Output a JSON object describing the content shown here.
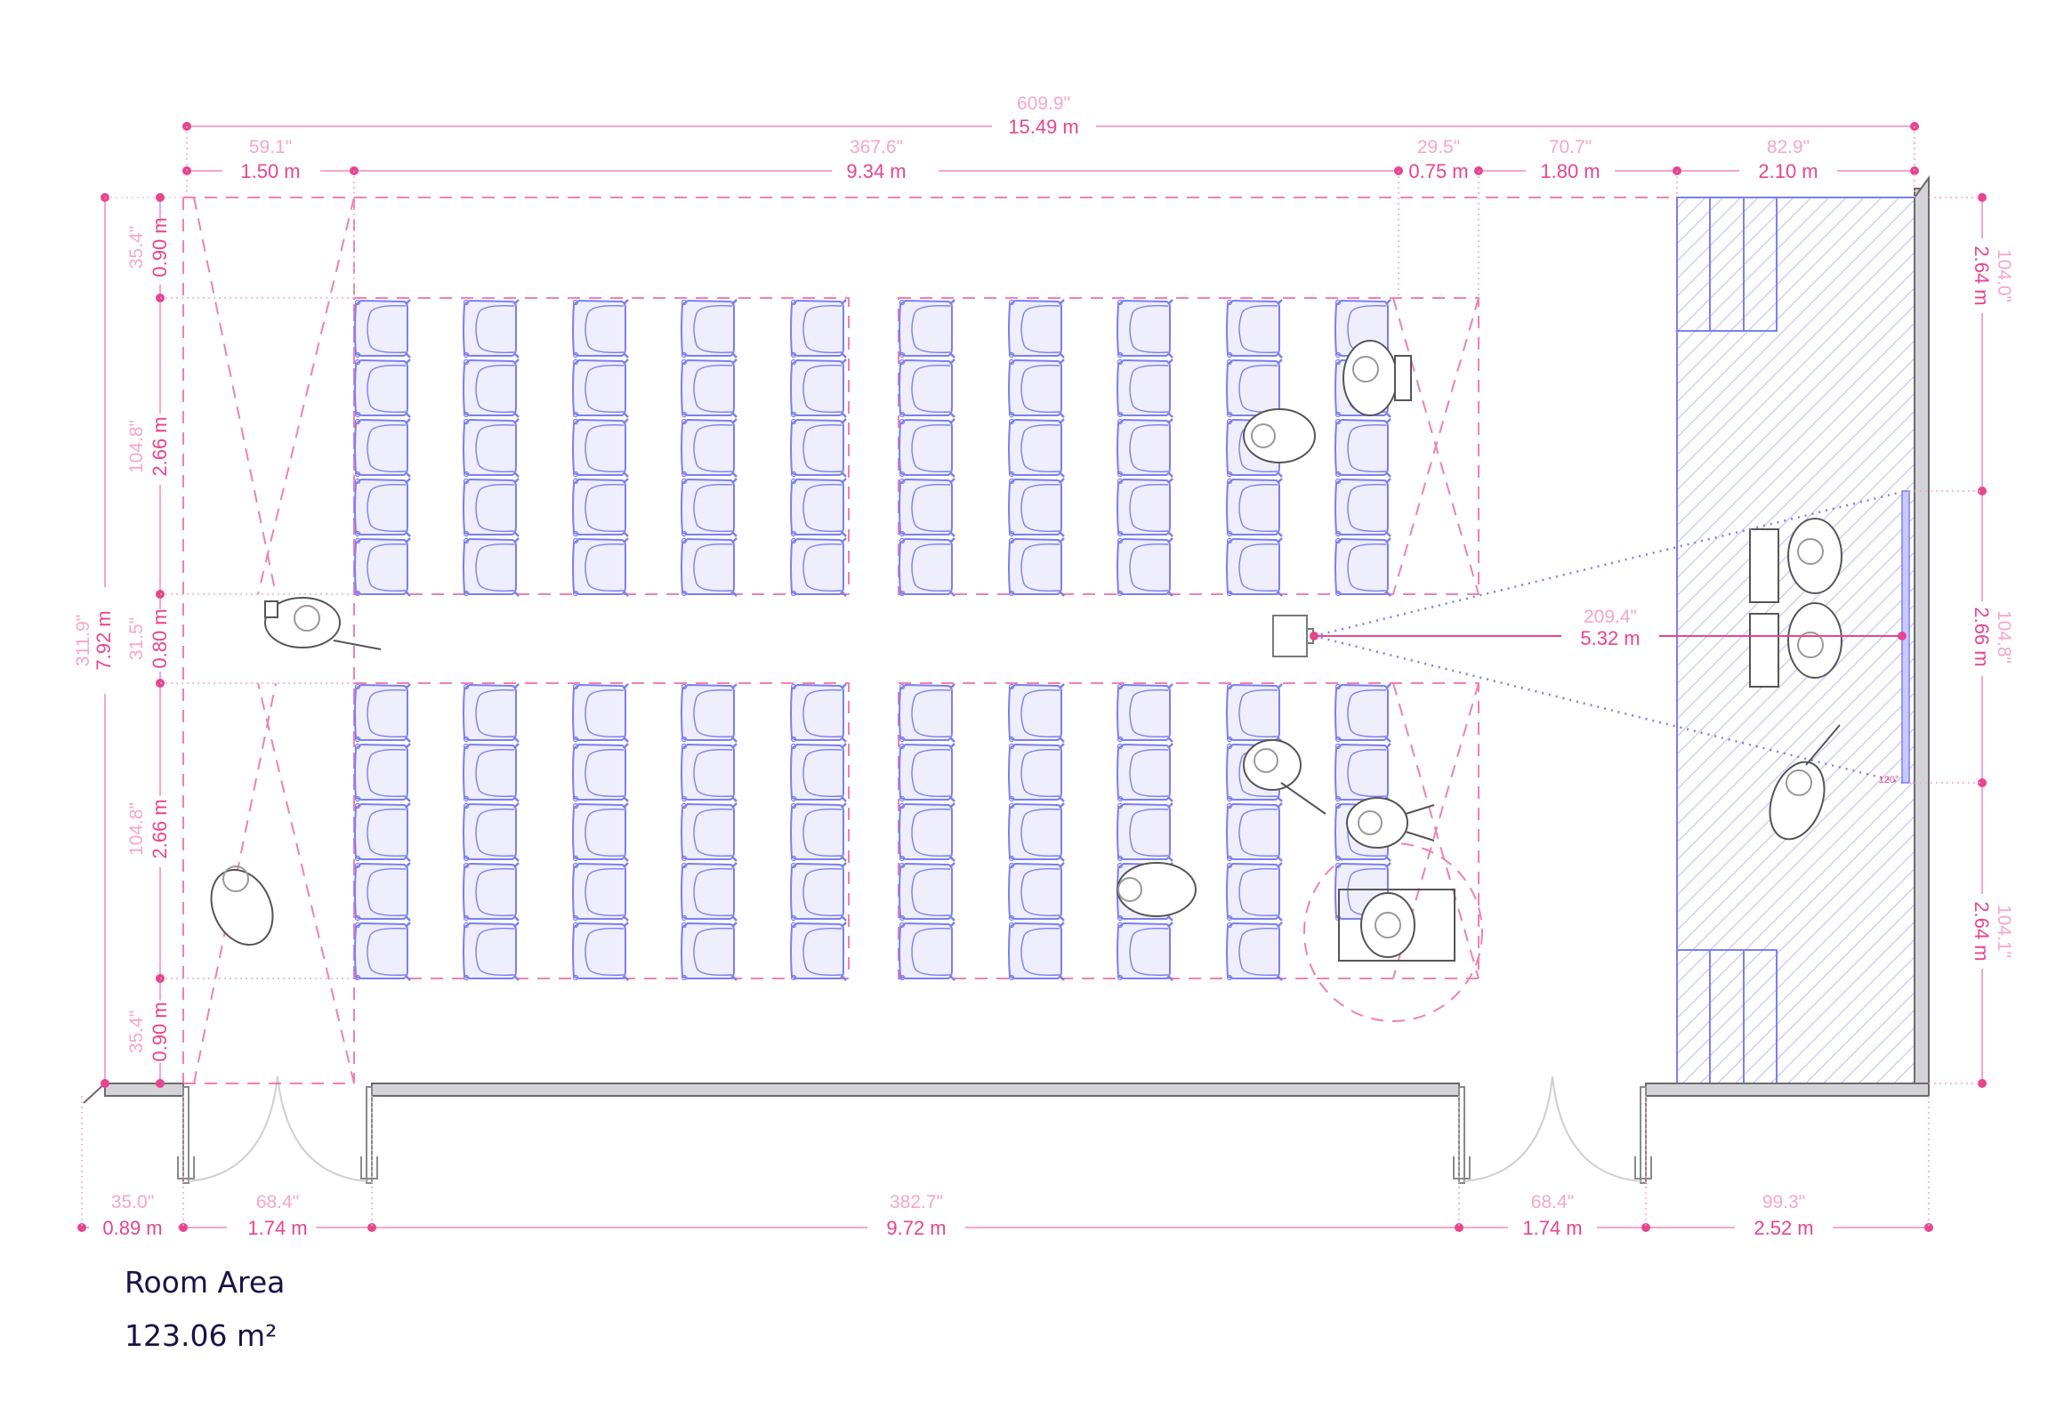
{
  "colors": {
    "dimension_metric": "#e8448f",
    "dimension_imperial": "#f5a6cc",
    "chair_stroke": "#7b7ff0",
    "chair_fill": "#eeeefc",
    "stage_hatch": "#a9acf5",
    "wall_fill": "#d4d4d8",
    "wall_stroke": "#6b6b70",
    "figure_stroke": "#555555",
    "text_dark": "#1c1147"
  },
  "dimensions": {
    "top_total": {
      "imperial": "609.9\"",
      "metric": "15.49 m"
    },
    "top_segments": [
      {
        "imperial": "59.1\"",
        "metric": "1.50 m"
      },
      {
        "imperial": "367.6\"",
        "metric": "9.34 m"
      },
      {
        "imperial": "29.5\"",
        "metric": "0.75 m"
      },
      {
        "imperial": "70.7\"",
        "metric": "1.80 m"
      },
      {
        "imperial": "82.9\"",
        "metric": "2.10 m"
      }
    ],
    "left_total": {
      "imperial": "311.9\"",
      "metric": "7.92 m"
    },
    "left_segments": [
      {
        "imperial": "35.4\"",
        "metric": "0.90 m"
      },
      {
        "imperial": "104.8\"",
        "metric": "2.66 m"
      },
      {
        "imperial": "31.5\"",
        "metric": "0.80 m"
      },
      {
        "imperial": "104.8\"",
        "metric": "2.66 m"
      },
      {
        "imperial": "35.4\"",
        "metric": "0.90 m"
      }
    ],
    "right_segments": [
      {
        "imperial": "104.0\"",
        "metric": "2.64 m"
      },
      {
        "imperial": "104.8\"",
        "metric": "2.66 m"
      },
      {
        "imperial": "104.1\"",
        "metric": "2.64 m"
      }
    ],
    "bottom_segments": [
      {
        "imperial": "35.0\"",
        "metric": "0.89 m"
      },
      {
        "imperial": "68.4\"",
        "metric": "1.74 m"
      },
      {
        "imperial": "382.7\"",
        "metric": "9.72 m"
      },
      {
        "imperial": "68.4\"",
        "metric": "1.74 m"
      },
      {
        "imperial": "99.3\"",
        "metric": "2.52 m"
      }
    ],
    "projection_distance": {
      "imperial": "209.4\"",
      "metric": "5.32 m"
    },
    "projection_angle": "120°"
  },
  "seating": {
    "blocks": 2,
    "columns": 10,
    "rows_per_block": 5,
    "wheelchair_spaces": 1
  },
  "room_area": {
    "label": "Room Area",
    "value": "123.06 m²"
  }
}
